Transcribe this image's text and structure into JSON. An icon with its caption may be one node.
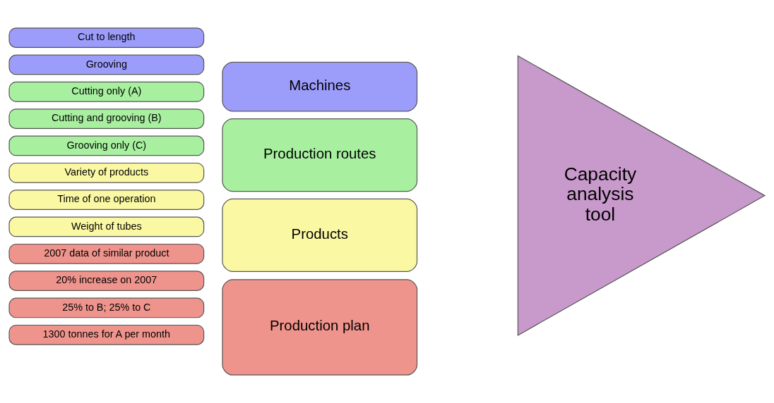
{
  "diagram": {
    "nodes": [
      {
        "text": [
          "Cut to length"
        ]
      },
      {
        "text": [
          "Grooving"
        ]
      },
      {
        "text": [
          "Machines"
        ]
      },
      {
        "text": [
          "Cutting only (A)"
        ]
      },
      {
        "text": [
          "Cutting and grooving (B)"
        ]
      },
      {
        "text": [
          "Grooving only (C)"
        ]
      },
      {
        "text": [
          "Production routes"
        ]
      },
      {
        "text": [
          "Variety of products"
        ]
      },
      {
        "text": [
          "Time of one operation"
        ]
      },
      {
        "text": [
          "Weight of tubes"
        ]
      },
      {
        "text": [
          "Products"
        ]
      },
      {
        "text": [
          "2007 data of similar product"
        ]
      },
      {
        "text": [
          "20% increase on 2007"
        ]
      },
      {
        "text": [
          "25% to B; 25% to C"
        ]
      },
      {
        "text": [
          "1300 tonnes for A per month"
        ]
      },
      {
        "text": [
          "Production plan"
        ]
      },
      {
        "text": [
          "Capacity analysis tool"
        ]
      }
    ],
    "edges": []
  }
}
